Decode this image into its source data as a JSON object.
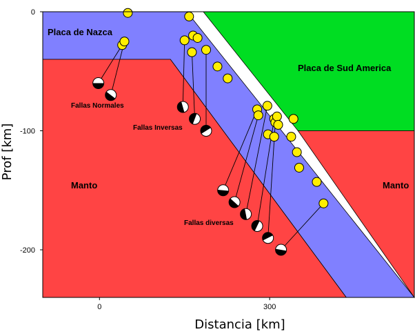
{
  "chart_data": {
    "type": "scatter",
    "title": "",
    "xlabel": "Distancia [km]",
    "ylabel": "Prof [km]",
    "xlim": [
      -100,
      555
    ],
    "ylim": [
      -240,
      0
    ],
    "x_ticks": [
      {
        "value": 0,
        "label": "0"
      },
      {
        "value": 300,
        "label": "300"
      }
    ],
    "y_ticks": [
      {
        "value": 0,
        "label": "0"
      },
      {
        "value": -100,
        "label": "-100"
      },
      {
        "value": -200,
        "label": "-200"
      }
    ],
    "grid": false,
    "colors": {
      "nazca_slab": "#8080ff",
      "south_america": "#00dd22",
      "mantle": "#ff4444",
      "hypocenter": "#ffee00"
    },
    "regions": [
      {
        "name": "nazca",
        "label": "Placa de Nazca",
        "points": [
          [
            -100,
            0
          ],
          [
            154,
            0
          ],
          [
            555,
            -240
          ],
          [
            435,
            -240
          ],
          [
            125,
            -40
          ],
          [
            -100,
            -40
          ]
        ]
      },
      {
        "name": "south_america",
        "label": "Placa de Sud America",
        "points": [
          [
            183,
            0
          ],
          [
            555,
            0
          ],
          [
            555,
            -100
          ],
          [
            350,
            -100
          ]
        ]
      },
      {
        "name": "mantle_left",
        "label": "Manto",
        "points": [
          [
            -100,
            -40
          ],
          [
            125,
            -40
          ],
          [
            435,
            -240
          ],
          [
            -100,
            -240
          ]
        ]
      },
      {
        "name": "mantle_right",
        "label": "Manto",
        "points": [
          [
            350,
            -100
          ],
          [
            555,
            -100
          ],
          [
            555,
            -240
          ]
        ]
      }
    ],
    "labels": {
      "nazca": "Placa de Nazca",
      "south_america": "Placa de Sud America",
      "manto_left": "Manto",
      "manto_right": "Manto",
      "normales": "Fallas Normales",
      "inversas": "Fallas Inversas",
      "diversas": "Fallas diversas"
    },
    "series": [
      {
        "type": "hypocenters",
        "points": [
          [
            50,
            -1
          ],
          [
            158,
            -4
          ],
          [
            40,
            -28
          ],
          [
            44,
            -25
          ],
          [
            150,
            -24
          ],
          [
            165,
            -20
          ],
          [
            173,
            -22
          ],
          [
            163,
            -34
          ],
          [
            188,
            -32
          ],
          [
            208,
            -46
          ],
          [
            226,
            -56
          ],
          [
            278,
            -82
          ],
          [
            280,
            -87
          ],
          [
            296,
            -79
          ],
          [
            308,
            -90
          ],
          [
            310,
            -93
          ],
          [
            313,
            -88
          ],
          [
            315,
            -95
          ],
          [
            297,
            -103
          ],
          [
            308,
            -105
          ],
          [
            338,
            -105
          ],
          [
            342,
            -90
          ],
          [
            348,
            -118
          ],
          [
            352,
            -131
          ],
          [
            383,
            -143
          ],
          [
            395,
            -161
          ]
        ]
      },
      {
        "type": "focal_mechanisms",
        "links": [
          {
            "from": [
              40,
              -28
            ],
            "ball": [
              -2,
              -60
            ]
          },
          {
            "from": [
              44,
              -25
            ],
            "ball": [
              20,
              -70
            ]
          },
          {
            "from": [
              150,
              -24
            ],
            "ball": [
              147,
              -80
            ]
          },
          {
            "from": [
              163,
              -34
            ],
            "ball": [
              168,
              -90
            ]
          },
          {
            "from": [
              188,
              -32
            ],
            "ball": [
              188,
              -100
            ]
          },
          {
            "from": [
              278,
              -82
            ],
            "ball": [
              218,
              -150
            ]
          },
          {
            "from": [
              280,
              -87
            ],
            "ball": [
              238,
              -160
            ]
          },
          {
            "from": [
              296,
              -79
            ],
            "ball": [
              258,
              -170
            ]
          },
          {
            "from": [
              308,
              -90
            ],
            "ball": [
              278,
              -180
            ]
          },
          {
            "from": [
              310,
              -93
            ],
            "ball": [
              297,
              -190
            ]
          },
          {
            "from": [
              395,
              -161
            ],
            "ball": [
              320,
              -200
            ]
          }
        ]
      }
    ]
  }
}
